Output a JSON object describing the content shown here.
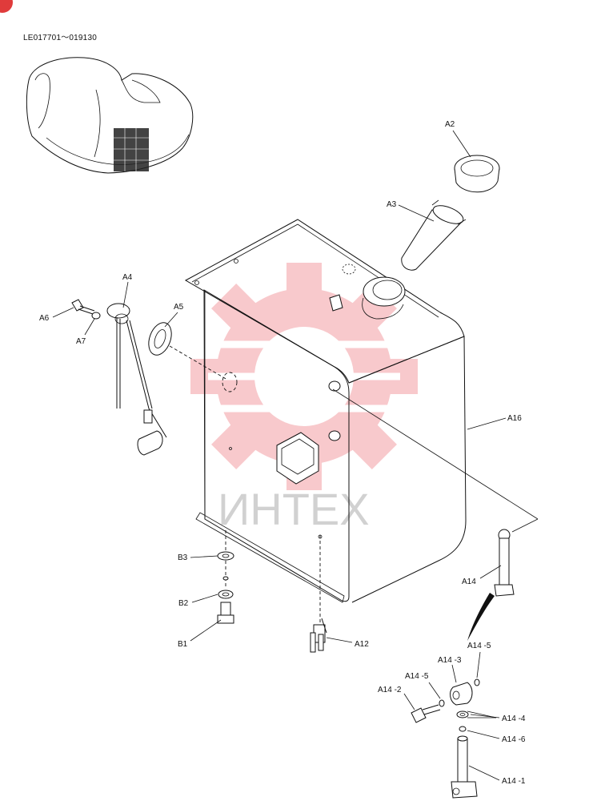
{
  "serial_range": "LE017701～019130",
  "watermark": {
    "text": "ИНТЕХ",
    "color": "#e8404a"
  },
  "callouts": {
    "A2": "A2",
    "A3": "A3",
    "A4": "A4",
    "A5": "A5",
    "A6": "A6",
    "A7": "A7",
    "A12": "A12",
    "A14": "A14",
    "A14_1": "A14 -1",
    "A14_2": "A14 -2",
    "A14_3": "A14 -3",
    "A14_4": "A14 -4",
    "A14_5a": "A14 -5",
    "A14_5b": "A14 -5",
    "A14_6": "A14 -6",
    "A16": "A16",
    "B1": "B1",
    "B2": "B2",
    "B3": "B3"
  }
}
